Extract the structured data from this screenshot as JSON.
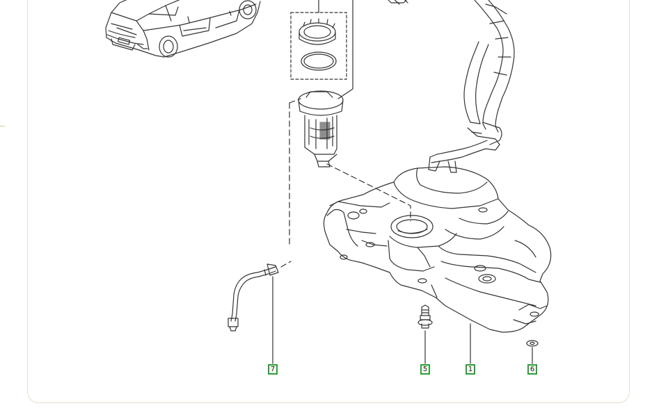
{
  "diagram": {
    "line_color": "#333333",
    "callout_border_color": "#2f9e3a",
    "callouts": [
      {
        "id": "7",
        "label": "7"
      },
      {
        "id": "5",
        "label": "5"
      },
      {
        "id": "1",
        "label": "1"
      },
      {
        "id": "6",
        "label": "6"
      }
    ]
  }
}
